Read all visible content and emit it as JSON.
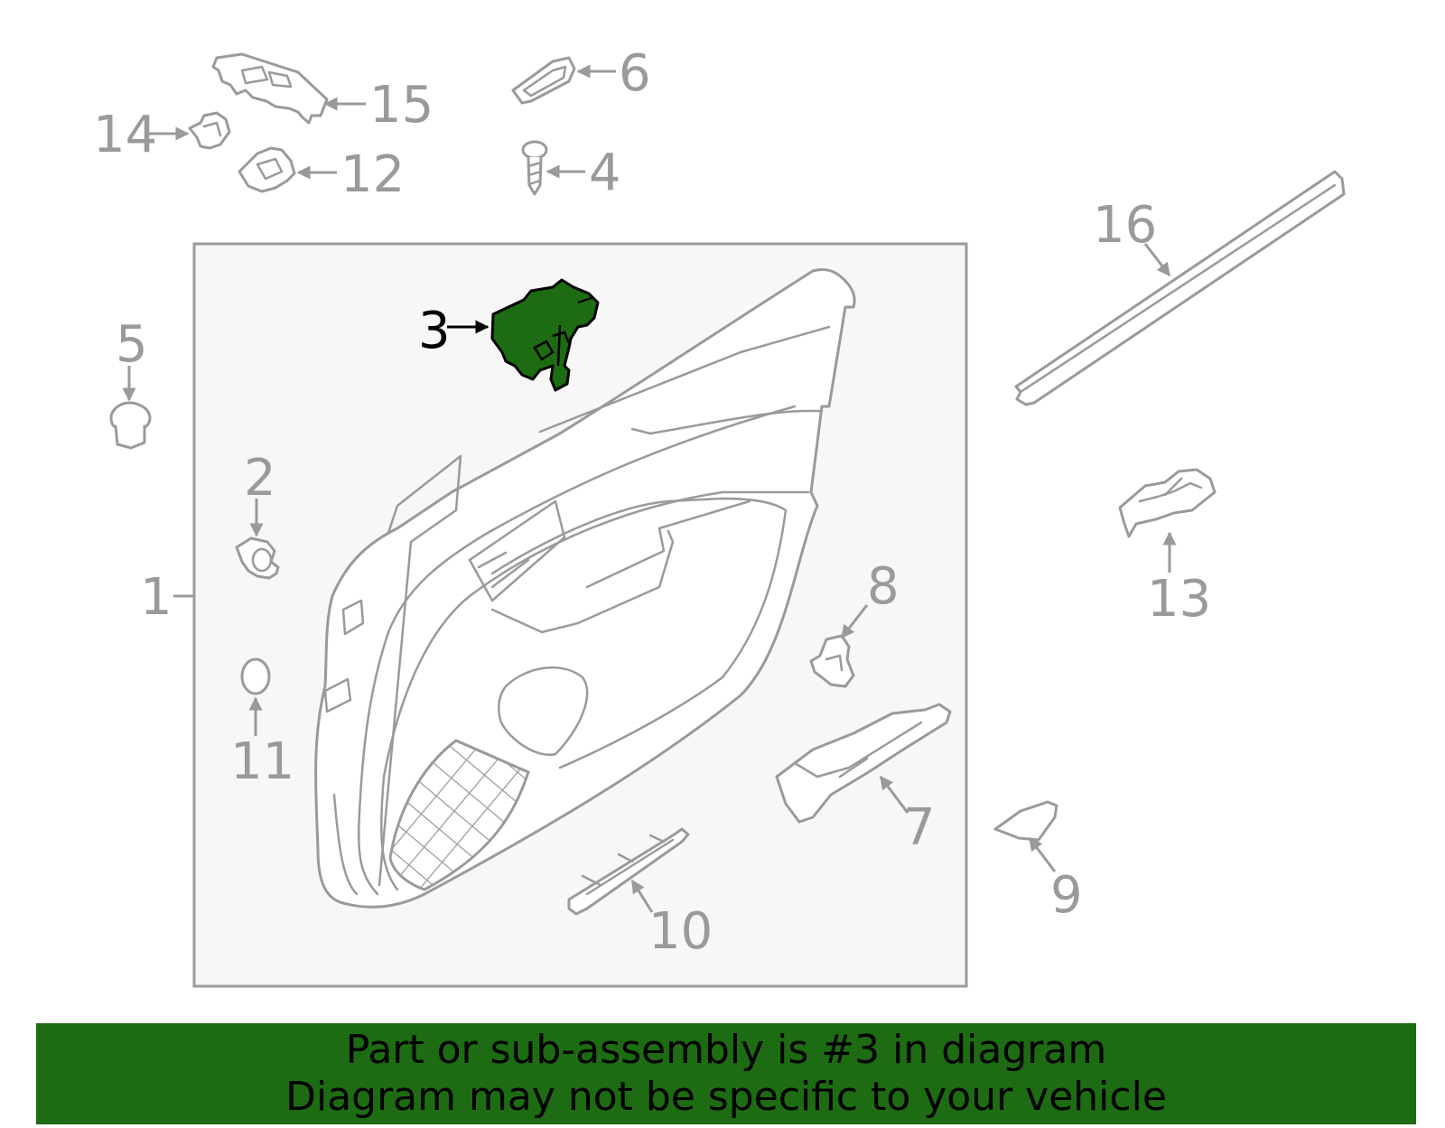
{
  "callouts": {
    "c1": "1",
    "c2": "2",
    "c3": "3",
    "c4": "4",
    "c5": "5",
    "c6": "6",
    "c7": "7",
    "c8": "8",
    "c9": "9",
    "c10": "10",
    "c11": "11",
    "c12": "12",
    "c13": "13",
    "c14": "14",
    "c15": "15",
    "c16": "16"
  },
  "highlighted_part": "3",
  "colors": {
    "highlight": "#1d6b12",
    "line": "#9a9a9a",
    "panel_background": "#f7f7f7",
    "banner_background": "#1d6b12"
  },
  "banner": {
    "line1": "Part or sub-assembly is #3 in diagram",
    "line2": "Diagram may not be specific to your vehicle"
  }
}
